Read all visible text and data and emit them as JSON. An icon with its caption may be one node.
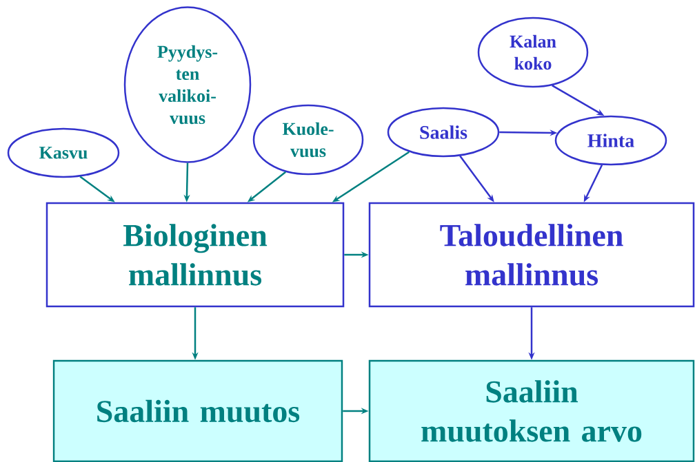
{
  "diagram": {
    "nodes": [
      {
        "text": [
          "Kasvu"
        ]
      },
      {
        "text": [
          "Pyydys- ten valikoi- vuus"
        ]
      },
      {
        "text": [
          "Kuole- vuus"
        ]
      },
      {
        "text": [
          "Saalis"
        ]
      },
      {
        "text": [
          "Kalan koko"
        ]
      },
      {
        "text": [
          "Hinta"
        ]
      },
      {
        "text": [
          "Biologinen mallinnus"
        ]
      },
      {
        "text": [
          "Taloudellinen mallinnus"
        ]
      },
      {
        "text": [
          "Saaliin muutos"
        ]
      },
      {
        "text": [
          "Saaliin muutoksen arvo"
        ]
      }
    ],
    "edges": [
      {
        "from": 0,
        "to": 6,
        "arrow": "to"
      },
      {
        "from": 1,
        "to": 6,
        "arrow": "to"
      },
      {
        "from": 2,
        "to": 6,
        "arrow": "to"
      },
      {
        "from": 3,
        "to": 6,
        "arrow": "to"
      },
      {
        "from": 3,
        "to": 5,
        "arrow": "to",
        "color": "#3333cc"
      },
      {
        "from": 4,
        "to": 5,
        "arrow": "to",
        "color": "#3333cc"
      },
      {
        "from": 3,
        "to": 7,
        "arrow": "to",
        "color": "#3333cc"
      },
      {
        "from": 5,
        "to": 7,
        "arrow": "to",
        "color": "#3333cc"
      },
      {
        "from": 6,
        "to": 7,
        "arrow": "to"
      },
      {
        "from": 6,
        "to": 8,
        "arrow": "to"
      },
      {
        "from": 7,
        "to": 9,
        "arrow": "to",
        "color": "#3333cc"
      },
      {
        "from": 8,
        "to": 9,
        "arrow": "to"
      }
    ]
  }
}
